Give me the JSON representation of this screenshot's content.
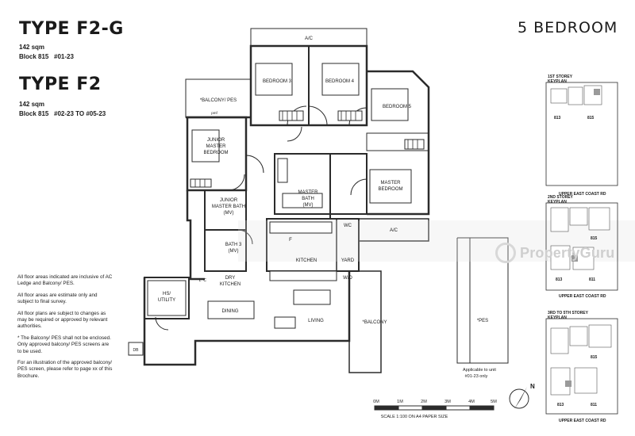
{
  "header": {
    "type1": "TYPE F2-G",
    "type1_area": "142 sqm",
    "type1_block": "Block 815",
    "type1_units": "#01-23",
    "type2": "TYPE F2",
    "type2_area": "142 sqm",
    "type2_block": "Block 815",
    "type2_units": "#02-23 TO #05-23",
    "bedrooms": "5 BEDROOM"
  },
  "rooms": {
    "ac_top": "A/C",
    "bedroom3": "BEDROOM 3",
    "bedroom4": "BEDROOM 4",
    "bedroom5": "BEDROOM 5",
    "balcony_pes": "*BALCONY/ PES",
    "pmf": "pmf",
    "junior_master_1": "JUNIOR",
    "junior_master_2": "MASTER",
    "junior_master_3": "BEDROOM",
    "master_bath_1": "MASTER",
    "master_bath_2": "BATH",
    "master_bath_3": "(MV)",
    "master_bedroom_1": "MASTER",
    "master_bedroom_2": "BEDROOM",
    "jm_bath_1": "JUNIOR",
    "jm_bath_2": "MASTER BATH",
    "jm_bath_3": "(MV)",
    "wc": "WC",
    "ac_mid": "A/C",
    "bath3_1": "BATH 3",
    "bath3_2": "(MV)",
    "f": "F",
    "kitchen": "KITCHEN",
    "yard": "YARD",
    "wd": "W/D",
    "hs_1": "HS/",
    "hs_2": "UTILITY",
    "l": "L",
    "c": "C",
    "dry_1": "DRY",
    "dry_2": "KITCHEN",
    "dining": "DINING",
    "living": "LIVING",
    "balcony": "*BALCONY",
    "db": "DB",
    "pes": "*PES",
    "applicable_1": "Applicable to unit",
    "applicable_2": "#01-23 only"
  },
  "notes": [
    "All floor areas indicated are inclusive of AC Ledge and Balcony/ PES.",
    "All floor areas are estimate only and subject to final survey.",
    "All floor plans are subject to changes as may be required or approved by relevant authorities.",
    "* The Balcony/ PES shall not be enclosed. Only approved balcony/ PES screens are to be used.",
    "For an illustration of the approved balcony/ PES screen, please refer to page xx of this Brochure."
  ],
  "scale": {
    "ticks": [
      "0M",
      "1M",
      "2M",
      "3M",
      "4M",
      "5M"
    ],
    "caption": "SCALE 1:100 ON A4 PAPER SIZE",
    "north": "N"
  },
  "keyplans": [
    {
      "title_1": "1ST STOREY",
      "title_2": "KEYPLAN",
      "b1": "813",
      "b2": "815",
      "road": "UPPER EAST COAST RD"
    },
    {
      "title_1": "2ND STOREY",
      "title_2": "KEYPLAN",
      "b1": "813",
      "b2": "811",
      "b3": "815",
      "road": "UPPER EAST COAST RD"
    },
    {
      "title_1": "3RD TO 5TH STOREY",
      "title_2": "KEYPLAN",
      "b1": "813",
      "b2": "811",
      "b3": "815",
      "road": "UPPER EAST COAST RD"
    }
  ],
  "watermark": "PropertyGuru",
  "colors": {
    "line": "#2b2b2b",
    "shade": "#bdbdbd",
    "accent": "#e0e0e0"
  }
}
